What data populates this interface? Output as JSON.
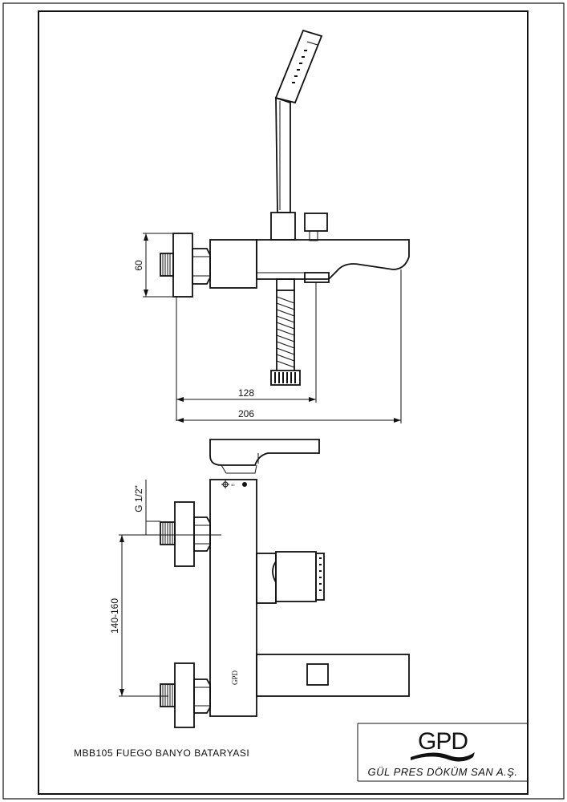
{
  "drawing": {
    "title": "MBB105 FUEGO BANYO BATARYASI",
    "dimensions": {
      "height_top": "60",
      "width_inner": "128",
      "width_total": "206",
      "thread": "G 1/2\"",
      "spacing": "140-160"
    }
  },
  "logo": {
    "brand": "GPD",
    "company": "GÜL PRES DÖKÜM SAN A.Ş."
  },
  "colors": {
    "line": "#111111",
    "paper": "#ffffff"
  }
}
